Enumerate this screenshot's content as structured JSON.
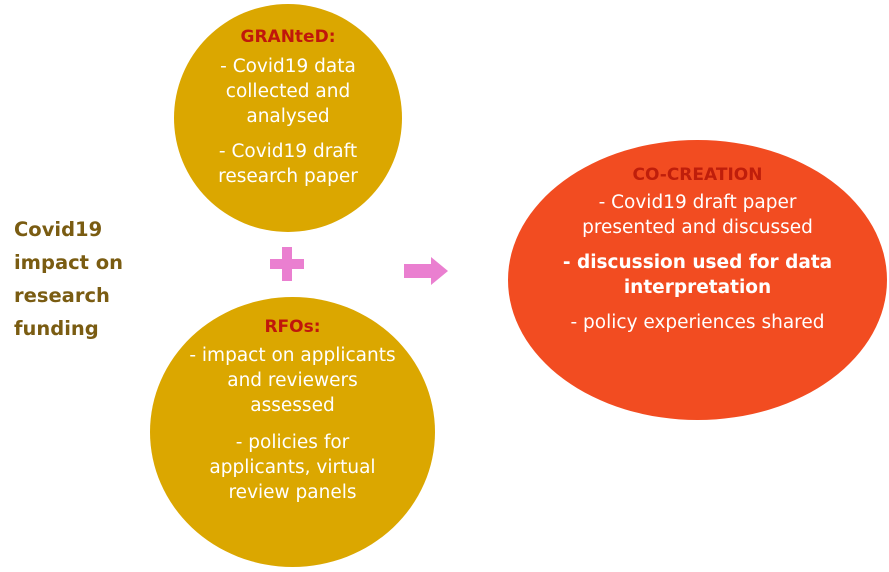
{
  "side_label": {
    "lines": [
      "Covid19",
      "impact on",
      "research",
      "funding"
    ]
  },
  "granted": {
    "title": "GRANteD:",
    "items": [
      "- Covid19 data collected and analysed",
      "- Covid19 draft research paper"
    ]
  },
  "rfos": {
    "title": "RFOs:",
    "items": [
      "- impact on applicants and reviewers assessed",
      "- policies for applicants, virtual review panels"
    ]
  },
  "cocreation": {
    "title": "CO-CREATION",
    "items": [
      "- Covid19 draft paper presented and discussed",
      "- discussion used for data interpretation",
      "- policy experiences shared"
    ]
  },
  "icons": {
    "plus": "plus-icon",
    "arrow": "arrow-right-icon"
  },
  "colors": {
    "gold_circle": "#dba700",
    "red_circle": "#f24c21",
    "title_red": "#c0170b",
    "side_label": "#7a5c12",
    "connector_pink": "#ea7fd0"
  }
}
